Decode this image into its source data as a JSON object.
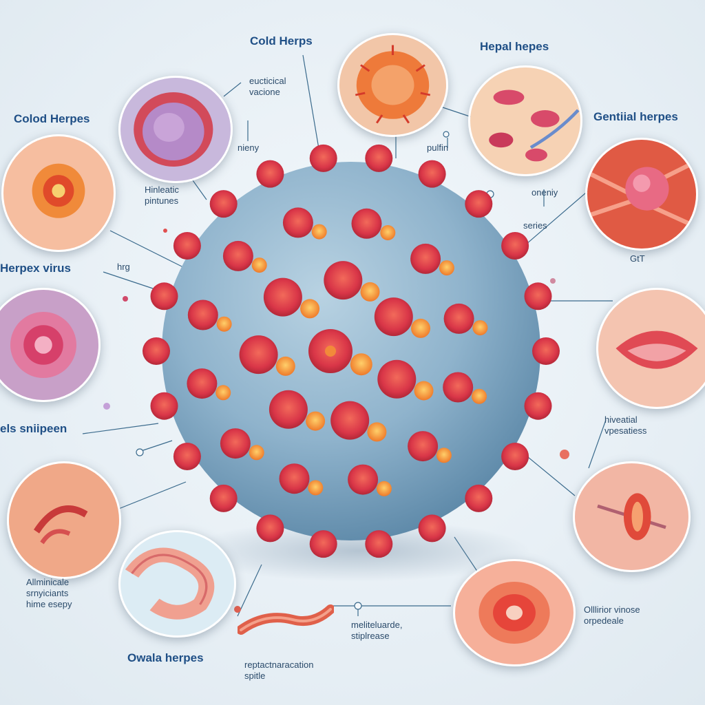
{
  "labels": {
    "cold_herpes_top": "Cold Herps",
    "hepal_herpes": "Hepal hepes",
    "colod_herpes": "Colod Herpes",
    "genital_herpes": "Gentiial herpes",
    "herpex_virus": "Herpex virus",
    "eels_sniipeen": "els sniipeen",
    "owala_herpes": "Owala herpes",
    "note_eucticical": "eucticical\nvacione",
    "note_nieny": "nieny",
    "note_hinleatic": "Hinleatic\npintunes",
    "note_pulfin": "pulfin",
    "note_oneniy": "oneniy",
    "note_series": "series",
    "note_gtt": "GtT",
    "note_hrg": "hrg",
    "note_hiveatial": "hiveatial\nvpesatiess",
    "note_allminicale": "Allminicale\nsrnyiciants\nhime esepy",
    "note_meliteluarde": "meliteluarde,\nstiplrease",
    "note_reptact": "reptactnaracation\nspitle",
    "note_olllirior": "Olllirior vinose\norpedeale"
  },
  "colors": {
    "heading": "#1f4f86",
    "virus_body": "#8fb3cc",
    "spike_red": "#e0404c",
    "spike_orange": "#f0903a",
    "leader_line": "#3a6a8c"
  },
  "icons": {
    "virus": "herpes-virus-particle",
    "insets": [
      "cell-inset",
      "virus-cluster-inset",
      "blood-cells-inset",
      "skin-lesion-inset",
      "vesicle-inset",
      "tissue-inset",
      "lips-inset",
      "ulcer-inset",
      "nerve-inset",
      "blister-inset",
      "intestine-inset",
      "lesion-inset",
      "muscle-fiber-inset"
    ]
  }
}
